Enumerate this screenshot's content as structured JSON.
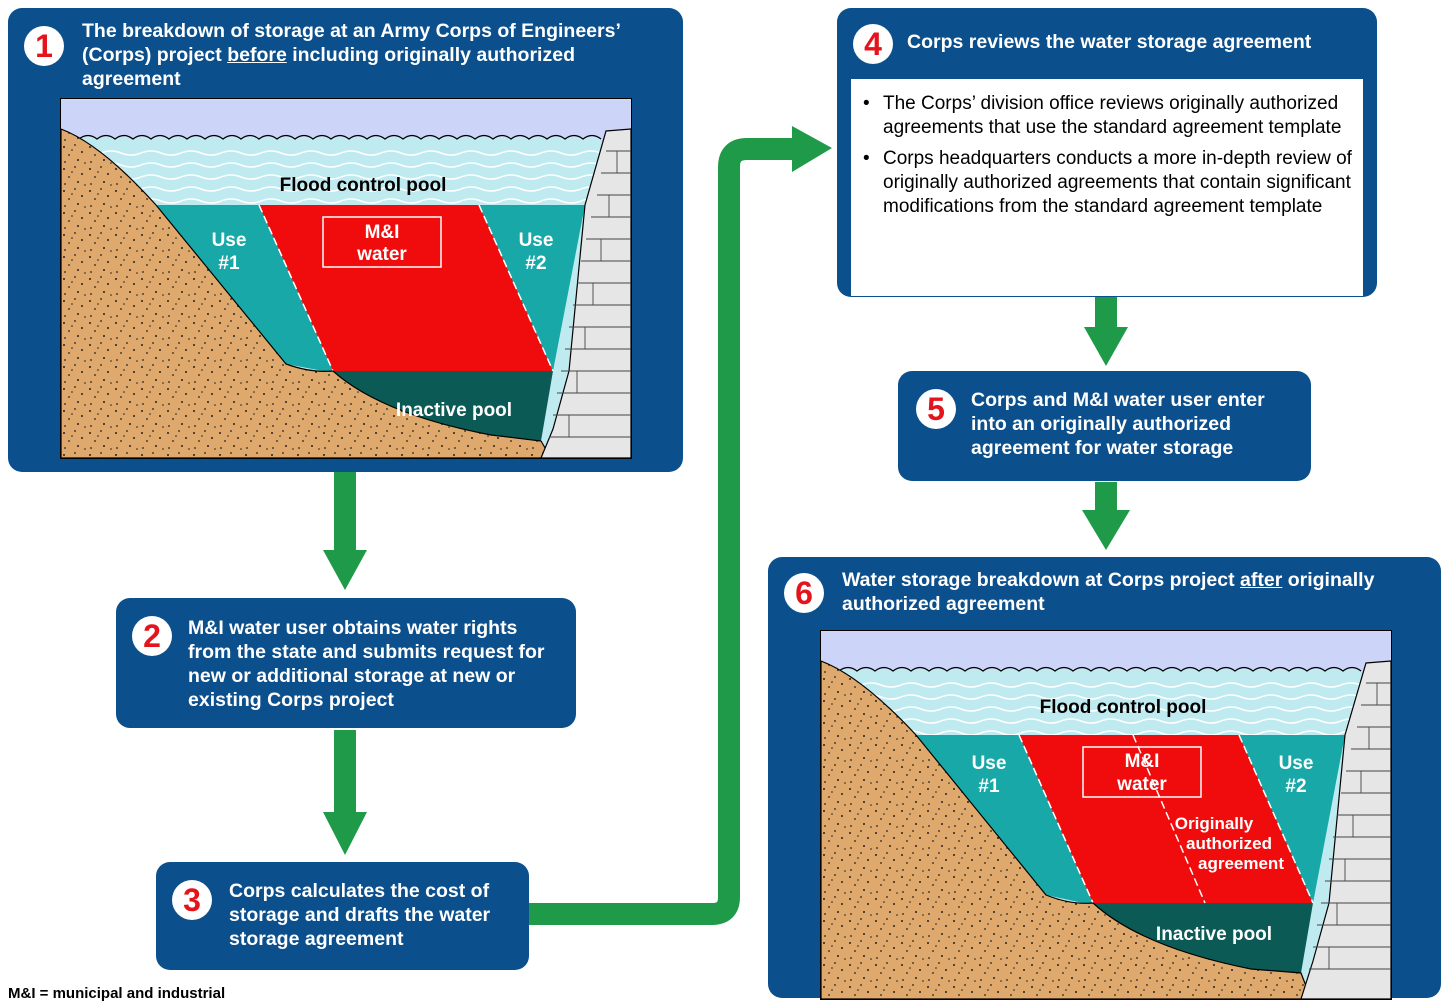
{
  "colors": {
    "box_blue": "#0b4f8c",
    "arrow_green": "#1e9a48",
    "step_number_red": "#e3141b",
    "flood_pool": "#bfeaf0",
    "use_teal": "#18a8a8",
    "mi_red": "#f00c0c",
    "inactive_dark": "#0c5a55",
    "ground_tan": "#dfa96d",
    "sky": "#ccd4f8",
    "dam_grey": "#e6e6e6"
  },
  "steps": [
    {
      "number": "1",
      "title_pre": "The breakdown of storage at an Army Corps of Engineers’ (Corps) project ",
      "title_u": "before",
      "title_post": " including originally authorized agreement"
    },
    {
      "number": "2",
      "title": "M&I water user obtains water rights from the state and submits request for new or additional storage at new or existing Corps project"
    },
    {
      "number": "3",
      "title": "Corps calculates the cost of storage and drafts the water storage agreement"
    },
    {
      "number": "4",
      "title": "Corps reviews the water storage agreement",
      "bullets": [
        "The Corps’ division office reviews originally authorized agreements that use the standard agreement template",
        "Corps headquarters conducts a more in-depth review of originally authorized agreements that contain significant modifications from the standard agreement template"
      ]
    },
    {
      "number": "5",
      "title": "Corps and M&I water user enter into an originally authorized agreement for water storage"
    },
    {
      "number": "6",
      "title_pre": "Water storage breakdown at Corps project ",
      "title_u": "after",
      "title_post": " originally authorized agreement"
    }
  ],
  "diagram": {
    "flood_pool": "Flood control pool",
    "use1_line1": "Use",
    "use1_line2": "#1",
    "use2_line1": "Use",
    "use2_line2": "#2",
    "mi_line1": "M&I",
    "mi_line2": "water",
    "inactive": "Inactive pool",
    "orig_line1": "Originally",
    "orig_line2": "authorized",
    "orig_line3": "agreement"
  },
  "footnote": "M&I = municipal and industrial"
}
